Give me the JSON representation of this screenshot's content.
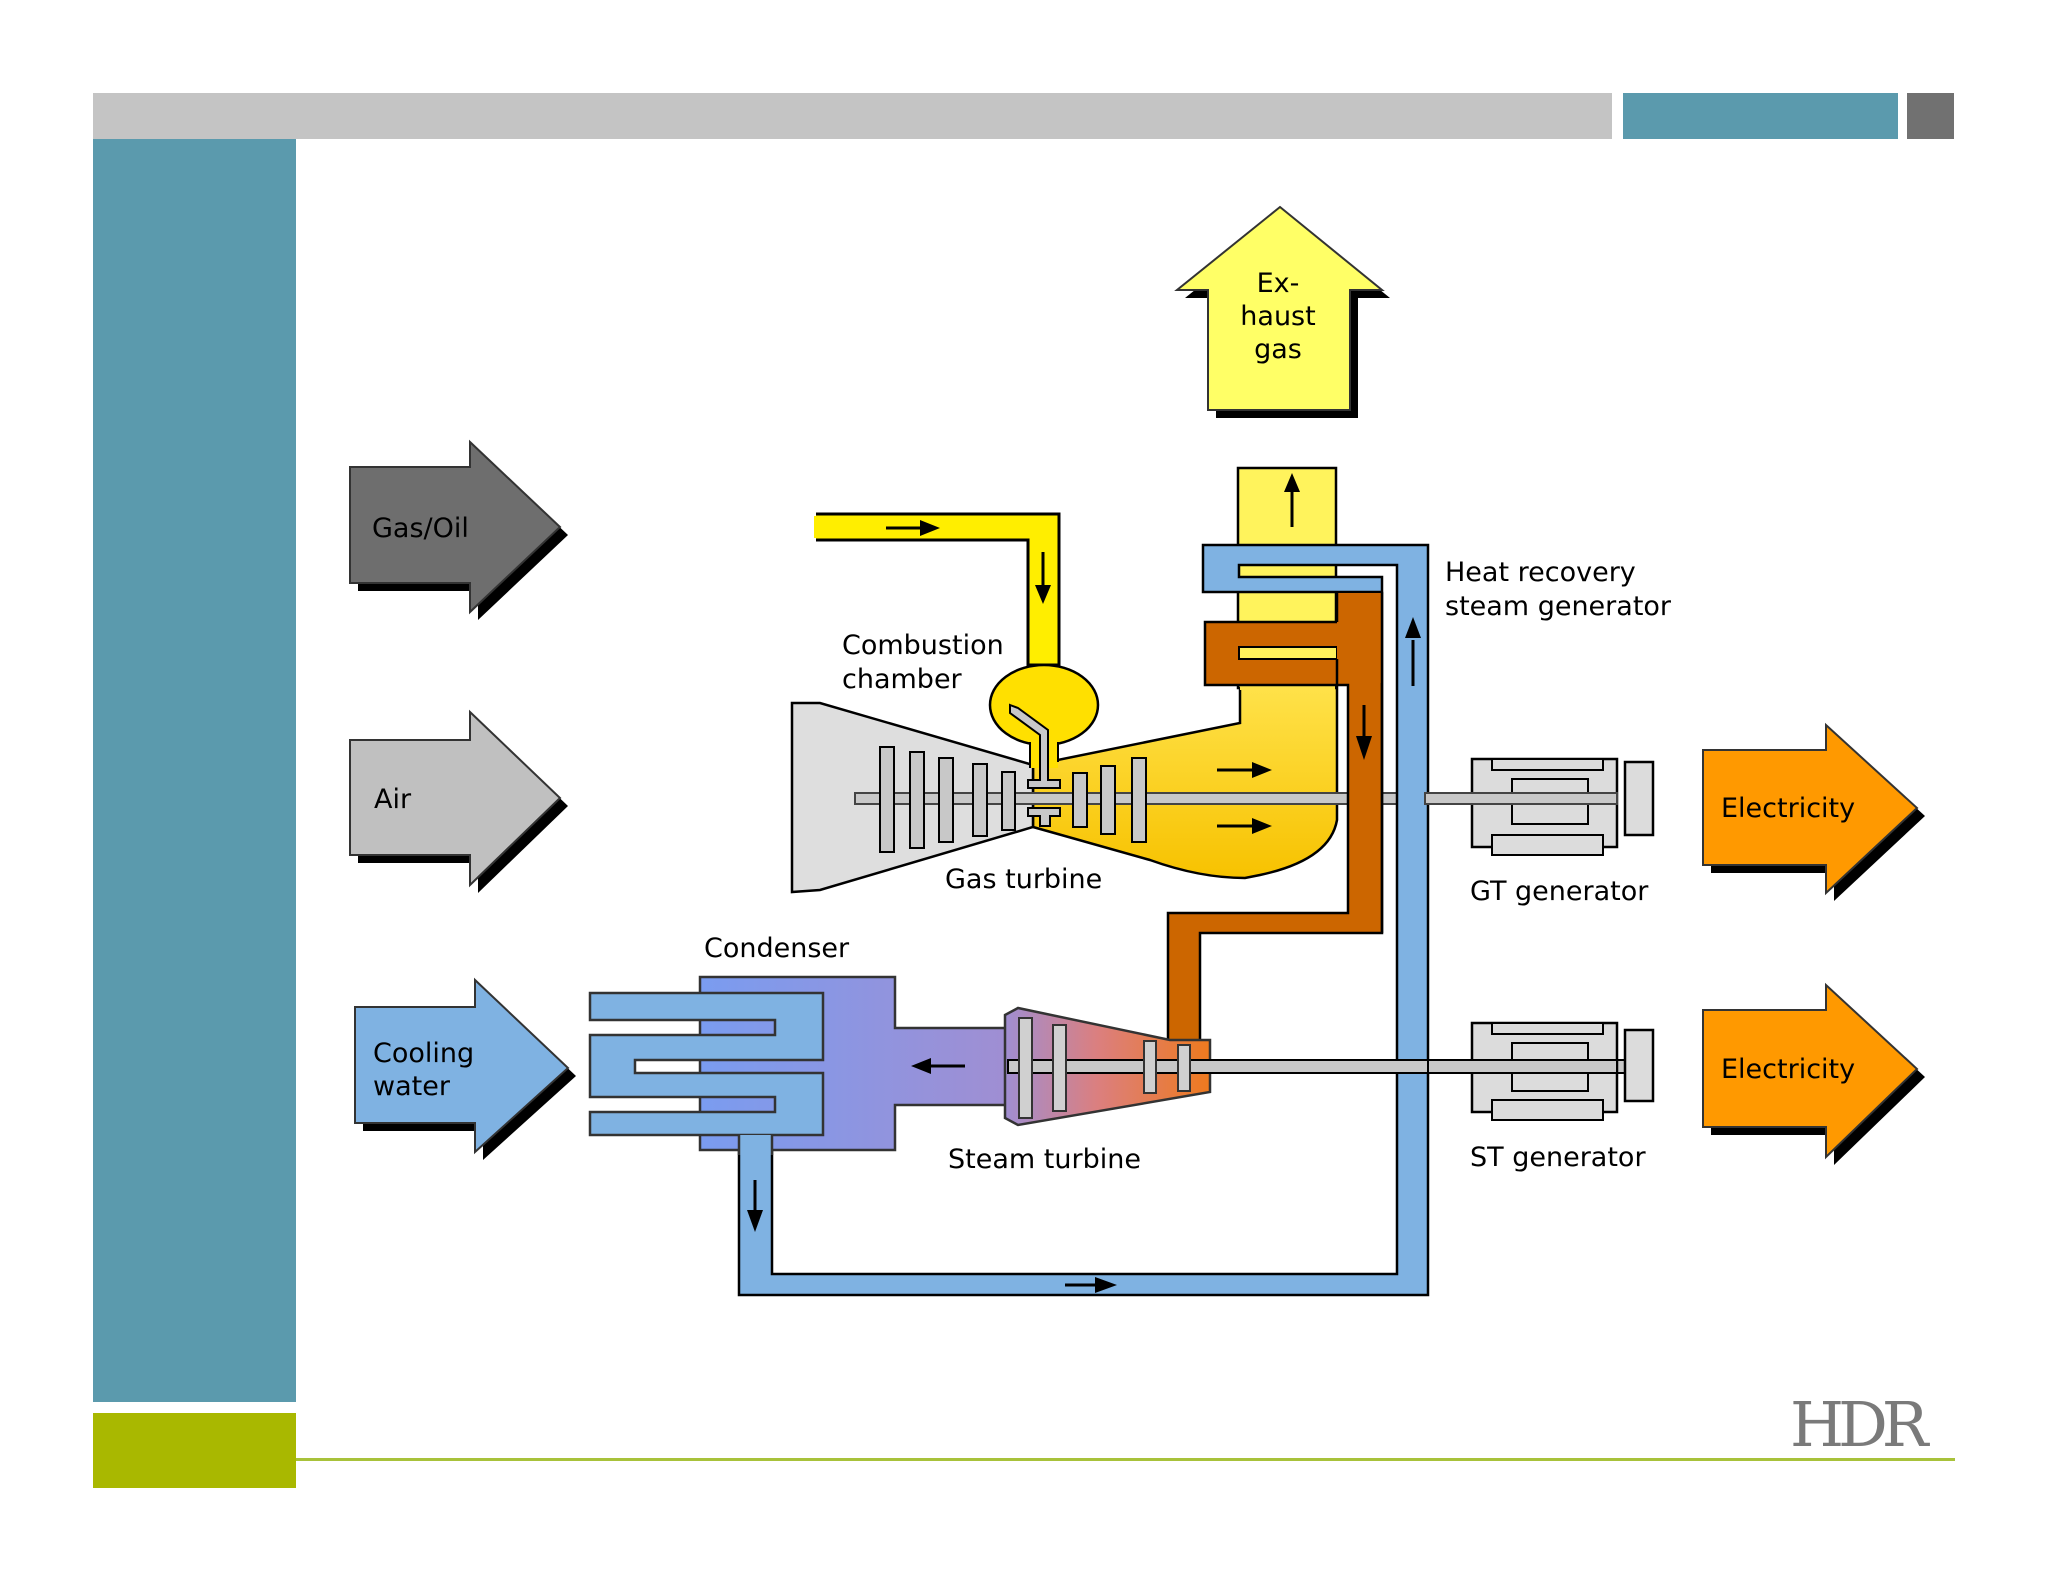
{
  "slide": {
    "type": "Combined cycle power plant schematic",
    "logo_text": "HDR",
    "colors": {
      "header_bar": "#c4c4c4",
      "header_accent_teal": "#5b9aad",
      "header_accent_dark": "#717171",
      "sidebar_teal": "#5b9aad",
      "footer_green": "#a9b800",
      "footer_line": "#a8c23a",
      "logo_grey": "#7a7a7a"
    }
  },
  "inputs": {
    "gas_oil": {
      "label": "Gas/Oil",
      "color": "#6e6e6e"
    },
    "air": {
      "label": "Air",
      "color": "#c0c0c0"
    },
    "cooling_water": {
      "label_line1": "Cooling",
      "label_line2": "water",
      "color": "#7fb2e2"
    }
  },
  "outputs": {
    "exhaust": {
      "label_line1": "Ex-",
      "label_line2": "haust",
      "label_line3": "gas",
      "color": "#ffff66"
    },
    "electricity_gt": {
      "label": "Electricity",
      "color": "#ff9900"
    },
    "electricity_st": {
      "label": "Electricity",
      "color": "#ff9900"
    }
  },
  "components": {
    "combustion_chamber": {
      "label_line1": "Combustion",
      "label_line2": "chamber"
    },
    "gas_turbine": {
      "label": "Gas turbine"
    },
    "hrsg": {
      "label_line1": "Heat recovery",
      "label_line2": "steam generator"
    },
    "gt_generator": {
      "label": "GT generator"
    },
    "condenser": {
      "label": "Condenser"
    },
    "steam_turbine": {
      "label": "Steam turbine"
    },
    "st_generator": {
      "label": "ST generator"
    }
  },
  "flow_colors": {
    "fuel": "#ffee00",
    "exhaust_gas": "#ffd426",
    "steam": "#cc6600",
    "water": "#7fb2e2",
    "machine_grey": "#dcdcdc"
  }
}
